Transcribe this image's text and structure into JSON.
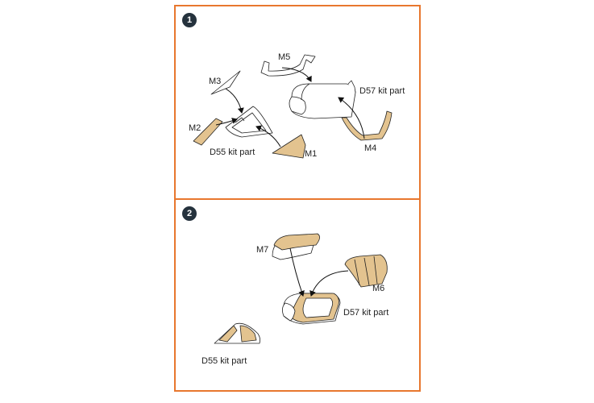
{
  "steps": [
    {
      "number": "1"
    },
    {
      "number": "2"
    }
  ],
  "step1": {
    "labels": {
      "m1": "M1",
      "m2": "M2",
      "m3": "M3",
      "m4": "M4",
      "m5": "M5",
      "d55": "D55 kit part",
      "d57": "D57 kit part"
    }
  },
  "step2": {
    "labels": {
      "m6": "M6",
      "m7": "M7",
      "d55": "D55 kit part",
      "d57": "D57 kit part"
    }
  },
  "colors": {
    "border": "#e8772e",
    "mask": "#e3c38f",
    "badge": "#25323d"
  }
}
